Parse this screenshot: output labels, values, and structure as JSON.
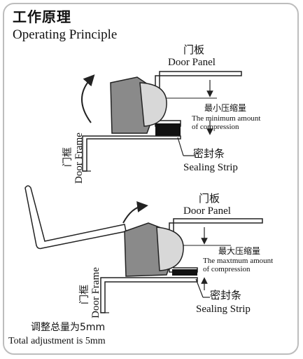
{
  "title": {
    "cn": "工作原理",
    "en": "Operating Principle"
  },
  "top_diagram": {
    "door_panel": {
      "cn": "门板",
      "en": "Door Panel"
    },
    "door_frame": {
      "cn": "门框",
      "en": "Door Frame"
    },
    "compression": {
      "cn": "最小压缩量",
      "en_line1": "The minimum amount",
      "en_line2": "of compression"
    },
    "sealing_strip": {
      "cn": "密封条",
      "en": "Sealing Strip"
    }
  },
  "bottom_diagram": {
    "door_panel": {
      "cn": "门板",
      "en": "Door Panel"
    },
    "door_frame": {
      "cn": "门框",
      "en": "Door Frame"
    },
    "compression": {
      "cn": "最大压缩量",
      "en_line1": "The maxtmum amount",
      "en_line2": "of compression"
    },
    "sealing_strip": {
      "cn": "密封条",
      "en": "Sealing Strip"
    }
  },
  "footer": {
    "cn": "调整总量为5mm",
    "en": "Total adjustment is 5mm"
  }
}
